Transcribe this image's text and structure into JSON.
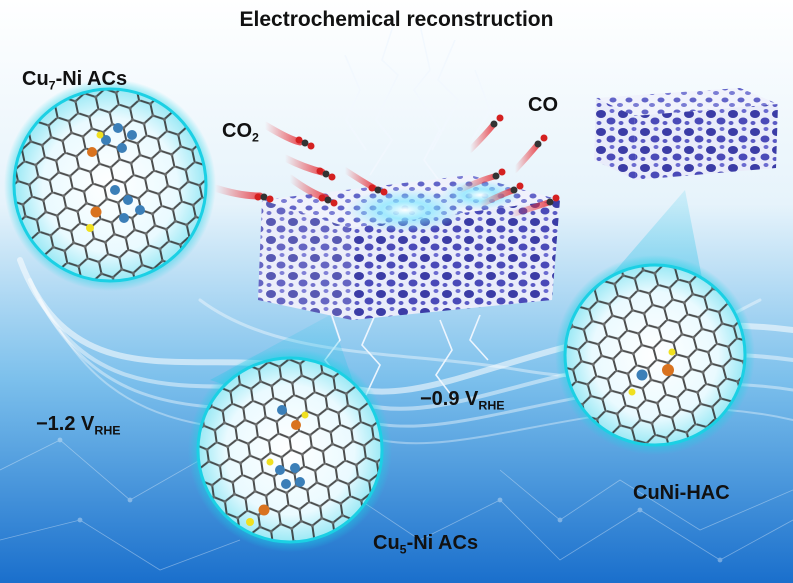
{
  "title": "Electrochemical reconstruction",
  "labels": {
    "cu7": {
      "main": "Cu",
      "sub": "7",
      "rest": "-Ni ACs"
    },
    "cu5": {
      "main": "Cu",
      "sub": "5",
      "rest": "-Ni ACs"
    },
    "cunihac": "CuNi-HAC",
    "co2": {
      "main": "CO",
      "sub": "2"
    },
    "co": "CO",
    "potential_high": {
      "main": "−1.2 V",
      "sub": "RHE"
    },
    "potential_low": {
      "main": "−0.9 V",
      "sub": "RHE"
    }
  },
  "colors": {
    "background_top": "#ffffff",
    "background_bottom": "#1a7fd6",
    "circle_glow": "#19d3e6",
    "foam": "#3a3aa8",
    "atom_cu": "#3b7fb8",
    "atom_ni": "#d9731f",
    "atom_s": "#f0e020",
    "carbon": "#3a3a3a",
    "molecule_o": "#d42020",
    "lightning": "#e8f4ff",
    "gas_trail": "#e8333a"
  },
  "icons": [
    "graphene-lattice",
    "copper-atom",
    "nickel-atom",
    "sulfur-atom",
    "co2-molecule",
    "co-molecule",
    "lightning-bolt",
    "porous-foam-block"
  ]
}
